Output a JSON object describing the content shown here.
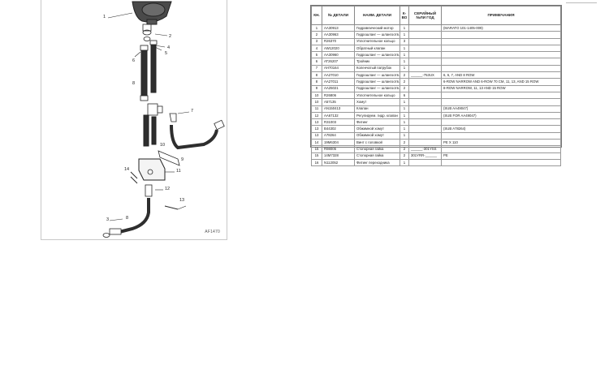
{
  "figure": {
    "code": "AF1470",
    "callouts": [
      "1",
      "2",
      "4",
      "5",
      "6",
      "8",
      "7",
      "9",
      "10",
      "11",
      "12",
      "13",
      "14",
      "3",
      "8"
    ]
  },
  "table": {
    "headers": {
      "no": "КН.",
      "part_number": "№ ДЕТАЛИ",
      "name": "НАИМ. ДЕТАЛИ",
      "qty": "К-ВО",
      "serial": "СЕРИЙНЫЙ №ЛИ ГОД",
      "remarks": "ПРИМЕЧАНИЯ"
    },
    "rows": [
      {
        "no": "1",
        "part": "AA30913",
        "name": "Гидравлический мотор",
        "qty": "1",
        "serial": "",
        "remarks": "(MARATO 101-1405-009)"
      },
      {
        "no": "2",
        "part": "AA30963",
        "name": "Гидрошланг — шлангоотв.",
        "qty": "1",
        "serial": "",
        "remarks": ""
      },
      {
        "no": "3",
        "part": "R26370",
        "name": "Уплотнительное кольцо",
        "qty": "3",
        "serial": "",
        "remarks": ""
      },
      {
        "no": "4",
        "part": "AW12020",
        "name": "Обратный клапан",
        "qty": "1",
        "serial": "",
        "remarks": ""
      },
      {
        "no": "5",
        "part": "AA30960",
        "name": "Гидрошланг — шлангоотв.",
        "qty": "1",
        "serial": "",
        "remarks": ""
      },
      {
        "no": "6",
        "part": "AT26207",
        "name": "Тройник",
        "qty": "1",
        "serial": "",
        "remarks": ""
      },
      {
        "no": "7",
        "part": "AH70164",
        "name": "Коленчатый патрубок",
        "qty": "1",
        "serial": "",
        "remarks": ""
      },
      {
        "no": "8",
        "part": "AA27010",
        "name": "Гидрошланг — шлангоотв.",
        "qty": "2",
        "serial": "______-753UX",
        "remarks": "6, 6, 7, AND 8 ROW"
      },
      {
        "no": "8",
        "part": "AA27011",
        "name": "Гидрошланг — шлангоотв.",
        "qty": "2",
        "serial": "",
        "remarks": "6-ROW NARROW AND 6-ROW 70 CM, 11, 13, AND 15 ROW"
      },
      {
        "no": "9",
        "part": "AA25021",
        "name": "Гидрошланг — шлангоотв.",
        "qty": "2",
        "serial": "",
        "remarks": "8-ROW NARROW, 11, 13 AND 15 ROW"
      },
      {
        "no": "10",
        "part": "R26806",
        "name": "Уплотнительное кольцо",
        "qty": "6",
        "serial": "",
        "remarks": ""
      },
      {
        "no": "10",
        "part": "A57135",
        "name": "Хомут",
        "qty": "1",
        "serial": "",
        "remarks": ""
      },
      {
        "no": "11",
        "part": "AN150413",
        "name": "Клапан",
        "qty": "1",
        "serial": "",
        "remarks": "(SUB AA49047)"
      },
      {
        "no": "12",
        "part": "AA67132",
        "name": "Регулируем. гидр. клапан",
        "qty": "1",
        "serial": "",
        "remarks": "(SUB FOR AA49047)"
      },
      {
        "no": "13",
        "part": "R31003",
        "name": "Фитинг",
        "qty": "1",
        "serial": "",
        "remarks": ""
      },
      {
        "no": "13",
        "part": "B44302",
        "name": "Обжимной хомут",
        "qty": "1",
        "serial": "",
        "remarks": "(SUB A78264)"
      },
      {
        "no": "13",
        "part": "A78264",
        "name": "Обжимной хомут",
        "qty": "1",
        "serial": "",
        "remarks": ""
      },
      {
        "no": "14",
        "part": "19M6304",
        "name": "Винт с головкой",
        "qty": "2",
        "serial": "",
        "remarks": "PE X 110"
      },
      {
        "no": "15",
        "part": "R98005",
        "name": "Стопорная гайка",
        "qty": "2",
        "serial": "______-301YSS",
        "remarks": ""
      },
      {
        "no": "15",
        "part": "14M7328",
        "name": "Стопорная гайка",
        "qty": "2",
        "serial": "301YRR-______",
        "remarks": "PE"
      },
      {
        "no": "16",
        "part": "N112052",
        "name": "Фитинг переходника",
        "qty": "1",
        "serial": "",
        "remarks": ""
      }
    ]
  },
  "colors": {
    "line": "#2a2a2a",
    "border": "#888888",
    "text": "#222222"
  }
}
